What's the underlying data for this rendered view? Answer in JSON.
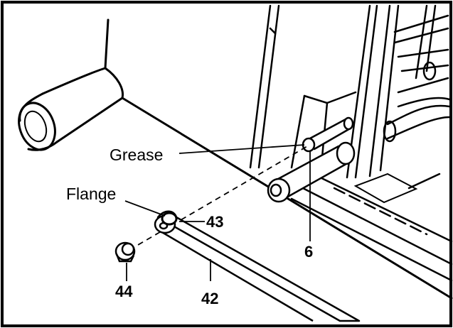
{
  "diagram": {
    "labels": {
      "grease": "Grease",
      "flange": "Flange",
      "part_6": "6",
      "part_42": "42",
      "part_43": "43",
      "part_44": "44"
    }
  }
}
